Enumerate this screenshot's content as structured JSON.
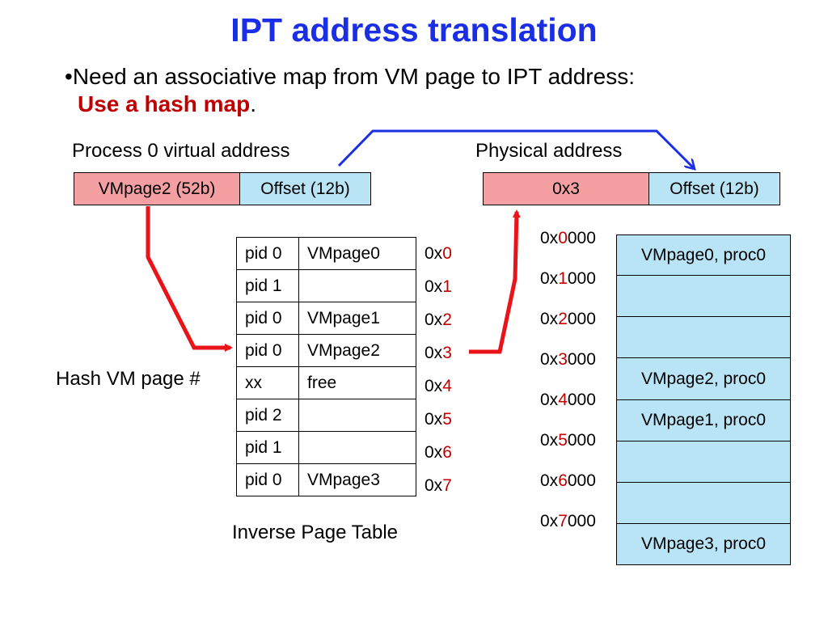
{
  "title": "IPT address translation",
  "bullet": {
    "marker": "•",
    "text": "Need an associative map from VM page to IPT address:",
    "emphasis": "Use a hash map",
    "end": "."
  },
  "virtual_address": {
    "label": "Process 0 virtual address",
    "page_field": "VMpage2 (52b)",
    "offset_field": "Offset (12b)"
  },
  "physical_address": {
    "label": "Physical address",
    "page_field": "0x3",
    "offset_field": "Offset (12b)"
  },
  "hash_label": "Hash VM page #",
  "ipt": {
    "caption": "Inverse Page Table",
    "rows": [
      {
        "pid": "pid 0",
        "page": "VMpage0",
        "idx_prefix": "0x",
        "idx": "0"
      },
      {
        "pid": "pid 1",
        "page": "",
        "idx_prefix": "0x",
        "idx": "1"
      },
      {
        "pid": "pid 0",
        "page": "VMpage1",
        "idx_prefix": "0x",
        "idx": "2"
      },
      {
        "pid": "pid 0",
        "page": "VMpage2",
        "idx_prefix": "0x",
        "idx": "3"
      },
      {
        "pid": "xx",
        "page": "free",
        "idx_prefix": "0x",
        "idx": "4"
      },
      {
        "pid": "pid 2",
        "page": "",
        "idx_prefix": "0x",
        "idx": "5"
      },
      {
        "pid": "pid 1",
        "page": "",
        "idx_prefix": "0x",
        "idx": "6"
      },
      {
        "pid": "pid 0",
        "page": "VMpage3",
        "idx_prefix": "0x",
        "idx": "7"
      }
    ]
  },
  "memory": {
    "addresses": [
      {
        "prefix": "0x",
        "digit": "0",
        "suffix": "000"
      },
      {
        "prefix": "0x",
        "digit": "1",
        "suffix": "000"
      },
      {
        "prefix": "0x",
        "digit": "2",
        "suffix": "000"
      },
      {
        "prefix": "0x",
        "digit": "3",
        "suffix": "000"
      },
      {
        "prefix": "0x",
        "digit": "4",
        "suffix": "000"
      },
      {
        "prefix": "0x",
        "digit": "5",
        "suffix": "000"
      },
      {
        "prefix": "0x",
        "digit": "6",
        "suffix": "000"
      },
      {
        "prefix": "0x",
        "digit": "7",
        "suffix": "000"
      }
    ],
    "frames": [
      "VMpage0, proc0",
      "",
      "",
      "VMpage2, proc0",
      "VMpage1, proc0",
      "",
      "",
      "VMpage3, proc0"
    ]
  },
  "colors": {
    "title": "#1a2ee6",
    "emphasis": "#c00000",
    "page_field": "#f4a0a3",
    "offset_field": "#b9e4f6",
    "red_arrow": "#e8141a",
    "blue_arrow": "#1a2ee6"
  }
}
